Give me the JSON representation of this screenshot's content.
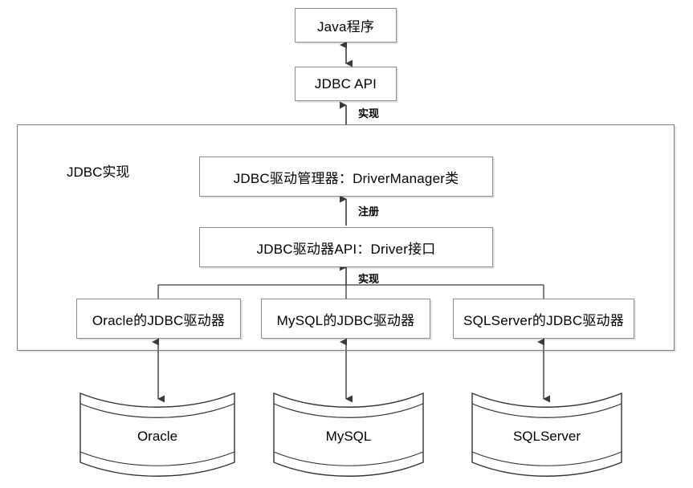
{
  "diagram": {
    "title_label": "JDBC实现",
    "top_nodes": [
      {
        "id": "java-program",
        "label": "Java程序"
      },
      {
        "id": "jdbc-api",
        "label": "JDBC API"
      }
    ],
    "impl_nodes": [
      {
        "id": "driver-manager",
        "label": "JDBC驱动管理器：DriverManager类"
      },
      {
        "id": "driver-api",
        "label": "JDBC驱动器API：Driver接口"
      }
    ],
    "driver_nodes": [
      {
        "id": "oracle-driver",
        "label": "Oracle的JDBC驱动器"
      },
      {
        "id": "mysql-driver",
        "label": "MySQL的JDBC驱动器"
      },
      {
        "id": "sqlserver-driver",
        "label": "SQLServer的JDBC驱动器"
      }
    ],
    "database_nodes": [
      {
        "id": "oracle-db",
        "label": "Oracle"
      },
      {
        "id": "mysql-db",
        "label": "MySQL"
      },
      {
        "id": "sqlserver-db",
        "label": "SQLServer"
      }
    ],
    "edge_labels": [
      {
        "id": "api-to-impl",
        "label": "实现"
      },
      {
        "id": "driver-api-to-manager",
        "label": "注册"
      },
      {
        "id": "drivers-to-driver-api",
        "label": "实现"
      }
    ],
    "colors": {
      "box_border": "#8c8c8c",
      "frame_border": "#7d7d7d",
      "line": "#3b3b3b",
      "cylinder_stroke": "#333333",
      "background": "#ffffff",
      "text": "#000000"
    }
  }
}
